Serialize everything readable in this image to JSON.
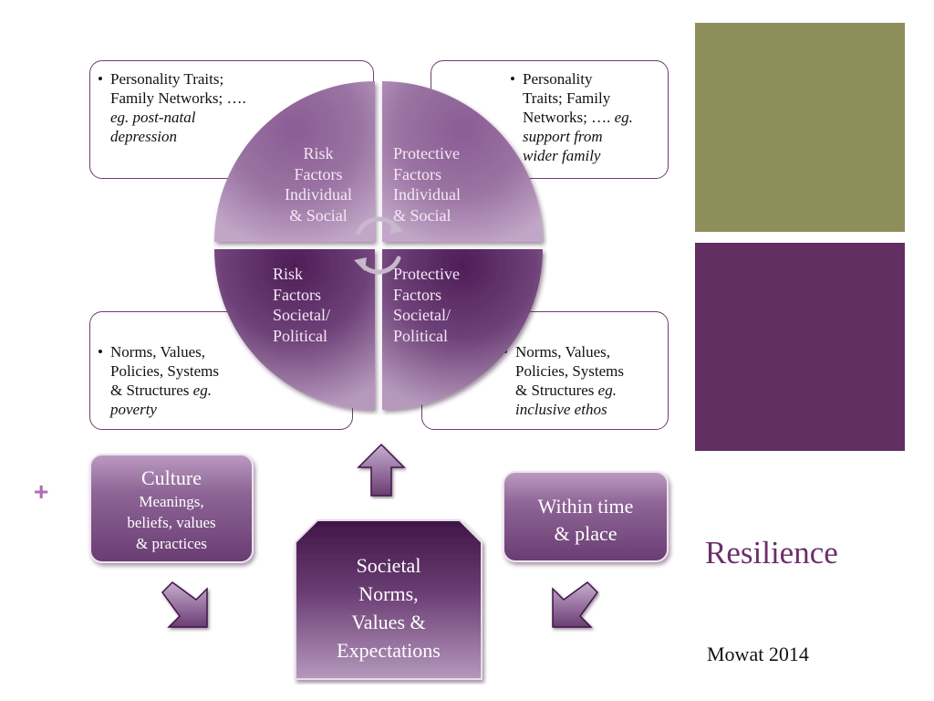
{
  "diagram": {
    "top_left_box": {
      "line1": "Personality Traits;",
      "line2": "Family Networks; ….",
      "line3_italic": "eg. post-natal",
      "line4_italic": "depression"
    },
    "top_right_box": {
      "line1": "Personality",
      "line2": "Traits; Family",
      "line3_pre": "Networks; …. ",
      "line3_italic": "eg.",
      "line4_italic": "support from",
      "line5_italic": "wider family"
    },
    "bottom_left_box": {
      "line1": "Norms, Values,",
      "line2": "Policies, Systems",
      "line3_pre": "& Structures ",
      "line3_italic": "eg.",
      "line4_italic": "poverty"
    },
    "bottom_right_box": {
      "line1": "Norms, Values,",
      "line2": "Policies, Systems",
      "line3_pre": "& Structures ",
      "line3_italic": "eg.",
      "line4_italic": "inclusive ethos"
    },
    "quadrants": {
      "top_left": [
        "Risk",
        "Factors",
        "Individual",
        "& Social"
      ],
      "top_right": [
        "Protective",
        "Factors",
        "Individual",
        "& Social"
      ],
      "bottom_left": [
        "Risk",
        "Factors",
        "Societal/",
        "Political"
      ],
      "bottom_right": [
        "Protective",
        "Factors",
        "Societal/",
        "Political"
      ]
    },
    "culture_box": {
      "title": "Culture",
      "line1": "Meanings,",
      "line2": "beliefs, values",
      "line3": "& practices"
    },
    "societal_box": [
      "Societal",
      "Norms,",
      "Values &",
      "Expectations"
    ],
    "time_place_box": [
      "Within time",
      "& place"
    ]
  },
  "slide": {
    "plus_mark": "+",
    "title": "Resilience",
    "citation": "Mowat 2014"
  },
  "colors": {
    "olive_block": "#8e8e5a",
    "plum_block": "#622f62",
    "title_purple": "#6b2f6b",
    "plus_purple": "#b46ab4",
    "box_border": "#6b3f6b"
  }
}
